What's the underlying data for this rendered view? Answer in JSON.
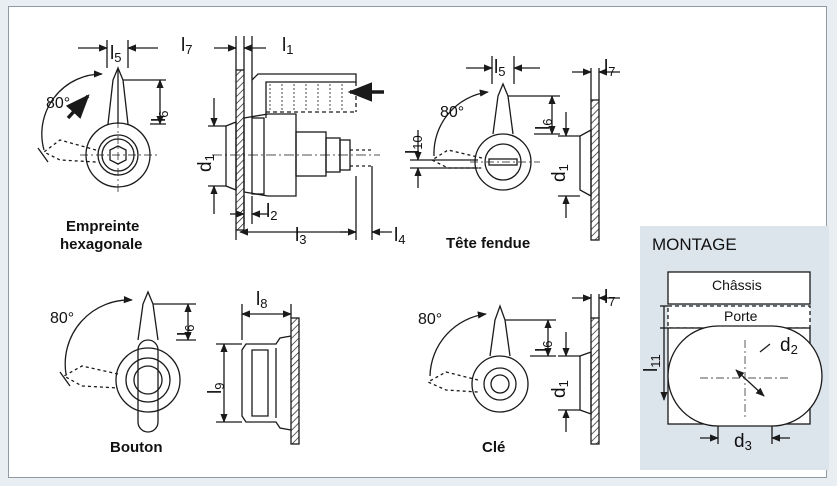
{
  "captions": {
    "hex_line1": "Empreinte",
    "hex_line2": "hexagonale",
    "slotted": "Tête fendue",
    "knob": "Bouton",
    "key": "Clé",
    "montage": "MONTAGE"
  },
  "montage_labels": {
    "chassis": "Châssis",
    "door": "Porte"
  },
  "angles": {
    "a1": "80°",
    "a2": "80°",
    "a3": "80°",
    "a4": "80°"
  },
  "dims": {
    "l": "l",
    "sub1": "1",
    "sub2": "2",
    "sub3": "3",
    "sub4": "4",
    "sub5": "5",
    "sub6": "6",
    "sub7": "7",
    "sub8": "8",
    "sub9": "9",
    "sub10": "10",
    "sub11": "11",
    "d": "d"
  },
  "colors": {
    "line": "#1a1a1a",
    "panel": "#dce4ec",
    "background": "#e9eef3"
  }
}
